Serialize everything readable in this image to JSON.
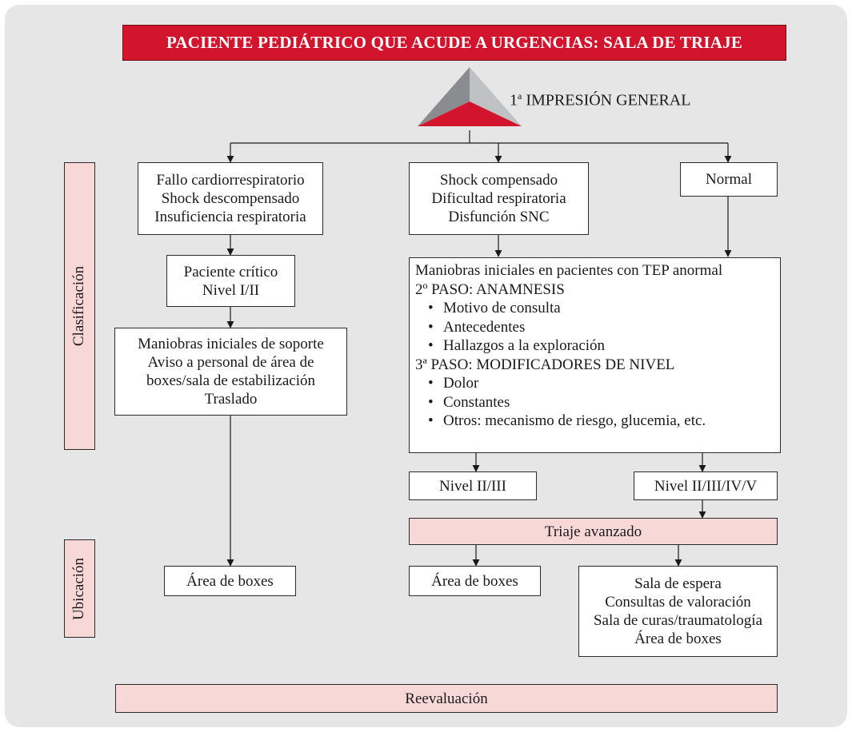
{
  "title": "PACIENTE PEDIÁTRICO QUE ACUDE A URGENCIAS: SALA DE TRIAJE",
  "impression": {
    "prefix": "1",
    "ordinal": "a",
    "text": "IMPRESIÓN GENERAL"
  },
  "side_labels": {
    "classification": "Clasificación",
    "location": "Ubicación"
  },
  "colors": {
    "title_red": "#d2142d",
    "pink": "#f8d7d7",
    "panel": "#e6e6e7"
  },
  "col_left": {
    "triangle_states": [
      "Fallo cardiorrespiratorio",
      "Shock descompensado",
      "Insuficiencia respiratoria"
    ],
    "critical": [
      "Paciente crítico",
      "Nivel I/II"
    ],
    "support": [
      "Maniobras iniciales de soporte",
      "Aviso a personal de área de",
      "boxes/sala de estabilización",
      "Traslado"
    ],
    "location": "Área de boxes"
  },
  "col_mid": {
    "triangle_states": [
      "Shock compensado",
      "Dificultad respiratoria",
      "Disfunción SNC"
    ]
  },
  "col_right": {
    "triangle_state": "Normal"
  },
  "steps_box": {
    "intro": "Maniobras iniciales en pacientes con TEP anormal",
    "step2_title": "2º PASO: ANAMNESIS",
    "step2_items": [
      "Motivo de consulta",
      "Antecedentes",
      "Hallazgos a la exploración"
    ],
    "step3_title": "3ª PASO: MODIFICADORES DE NIVEL",
    "step3_items": [
      "Dolor",
      "Constantes",
      "Otros: mecanismo de riesgo, glucemia, etc."
    ]
  },
  "levels": {
    "mid": "Nivel II/III",
    "right": "Nivel II/III/IV/V"
  },
  "advanced_triage": "Triaje avanzado",
  "locations": {
    "mid": "Área de boxes",
    "right": [
      "Sala de espera",
      "Consultas de valoración",
      "Sala de curas/traumatología",
      "Área de boxes"
    ]
  },
  "reevaluation": "Reevaluación"
}
